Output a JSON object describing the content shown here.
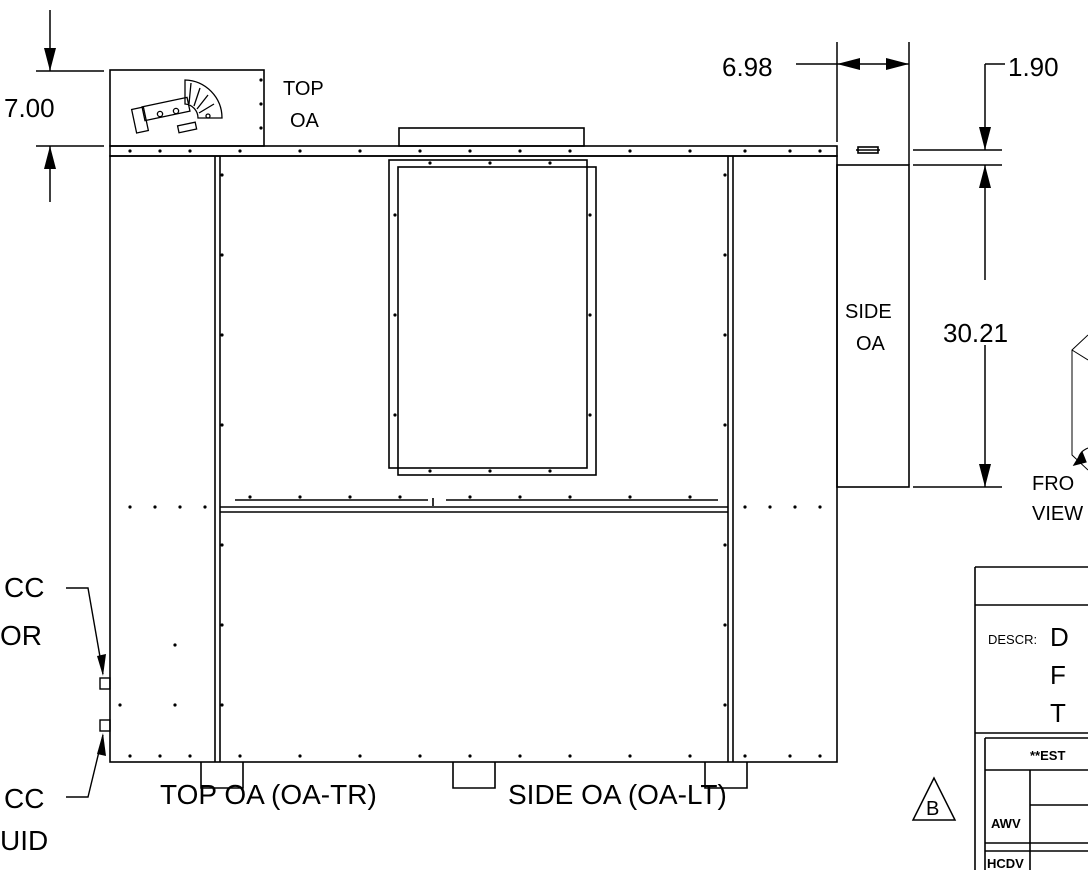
{
  "view_labels": {
    "top_oa": "TOP OA (OA-TR)",
    "side_oa": "SIDE OA (OA-LT)",
    "top_oa_callout": [
      "TOP",
      "OA"
    ],
    "side_oa_callout": [
      "SIDE",
      "OA"
    ],
    "front_view": [
      "FRO",
      "VIEW"
    ]
  },
  "dimensions": {
    "top_height": "7.00",
    "side_depth": "6.98",
    "side_offset": "1.90",
    "side_height": "30.21"
  },
  "connections": {
    "upper": [
      "CC",
      "OR"
    ],
    "lower": [
      "CC",
      "UID"
    ]
  },
  "title_block": {
    "descr_label": "DESCR:",
    "descr_letters": [
      "D",
      "F",
      "T"
    ],
    "note_fragment": "**EST",
    "revision": "B",
    "row_labels": [
      "AWV",
      "HCDV"
    ]
  },
  "colors": {
    "line": "#000000",
    "background": "#ffffff"
  }
}
